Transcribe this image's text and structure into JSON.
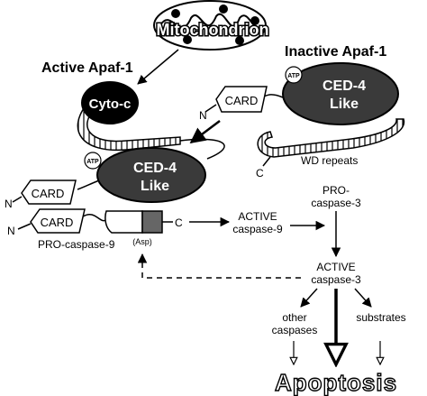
{
  "mitochondrion": {
    "label": "Mitochondrion"
  },
  "active_apaf1": {
    "title": "Active Apaf-1",
    "cyto_c": "Cyto-c",
    "atp": "ATP",
    "ced4": "CED-4",
    "like": "Like",
    "card": "CARD",
    "n_terminus": "N"
  },
  "inactive_apaf1": {
    "title": "Inactive Apaf-1",
    "atp": "ATP",
    "ced4": "CED-4",
    "like": "Like",
    "card": "CARD",
    "n_terminus": "N",
    "c_terminus": "C",
    "wd_repeats": "WD repeats"
  },
  "procaspase9": {
    "card": "CARD",
    "n_terminus": "N",
    "c_terminus": "C",
    "asp": "(Asp)",
    "label": "PRO-caspase-9"
  },
  "active_caspase9": {
    "line1": "ACTIVE",
    "line2": "caspase-9"
  },
  "procaspase3": {
    "line1": "PRO-",
    "line2": "caspase-3"
  },
  "active_caspase3": {
    "line1": "ACTIVE",
    "line2": "caspase-3"
  },
  "other_caspases": {
    "line1": "other",
    "line2": "caspases"
  },
  "substrates": {
    "label": "substrates"
  },
  "apoptosis": {
    "label": "Apoptosis"
  }
}
